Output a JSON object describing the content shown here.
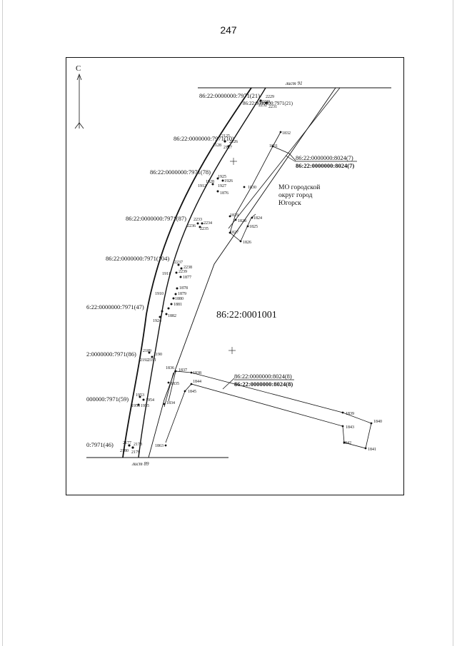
{
  "page_number": "247",
  "north": "С",
  "sheets": {
    "top": "лист 91",
    "bottom": "лист 89"
  },
  "block_label": "86:22:0001001",
  "region_label": [
    "МО городской",
    "округ город",
    "Югорск"
  ],
  "callouts": {
    "c8024_7": [
      "86:22:0000000:8024(7)",
      "86:22:0000000:8024(7)"
    ],
    "c8024_8": [
      "86:22:0000000:8024(8)",
      "86:22:0000000:8024(8)"
    ]
  },
  "parcel_labels": {
    "p21": "86:22:0000000:7971(21)",
    "p21b": "86:22:0000000:7971(21)",
    "p10": "86:22:0000000:7971(10)",
    "p78": "86:22:0000000:7971(78)",
    "p87": "86:22:0000000:7971(87)",
    "p104": "86:22:0000000:7971(104)",
    "p47": "6:22:0000000:7971(47)",
    "p86": "2:0000000:7971(86)",
    "p59": "000000:7971(59)",
    "p46": "0:7971(46)"
  },
  "points": {
    "n1832": "1832",
    "n1831": "1831",
    "n1830": "1830",
    "n1829": "1829",
    "n1828": "1828",
    "n1824": "1824",
    "n1825": "1825",
    "n1827": "1827",
    "n1826": "1826",
    "n2125": "2125",
    "n2126": "2126",
    "n2127": "2127",
    "n2128": "2128",
    "n1925": "1925",
    "n1926": "1926",
    "n1928": "1928",
    "n1927": "1927",
    "n1912": "1912",
    "n1876": "1876",
    "n2233": "2233",
    "n2234": "2234",
    "n2235": "2235",
    "n2236": "2236",
    "n2237": "2237",
    "n2238": "2238",
    "n2239": "2239",
    "n1877": "1877",
    "n1911": "1911",
    "n1878": "1878",
    "n1879": "1879",
    "n1880": "1880",
    "n1881": "1881",
    "n1882": "1882",
    "n1910": "1910",
    "n1924": "1924",
    "n2189": "2189",
    "n2190": "2190",
    "n2191": "2191",
    "n2192": "2192",
    "n1836": "1836",
    "n1837": "1837",
    "n1838": "1838",
    "n1844": "1844",
    "n1845": "1845",
    "n1835": "1835",
    "n1834": "1834",
    "n1953": "1953",
    "n1954": "1954",
    "n1955": "1955",
    "n1956": "1956",
    "n1839": "1839",
    "n1840": "1840",
    "n1843": "1843",
    "n1842": "1842",
    "n1841": "1841",
    "n2177": "2177",
    "n2178": "2178",
    "n2179": "2179",
    "n2180": "2180",
    "n1863": "1863",
    "n2229": "2229",
    "n2230": "2230",
    "n2231": "2231",
    "n2232": "2232"
  }
}
